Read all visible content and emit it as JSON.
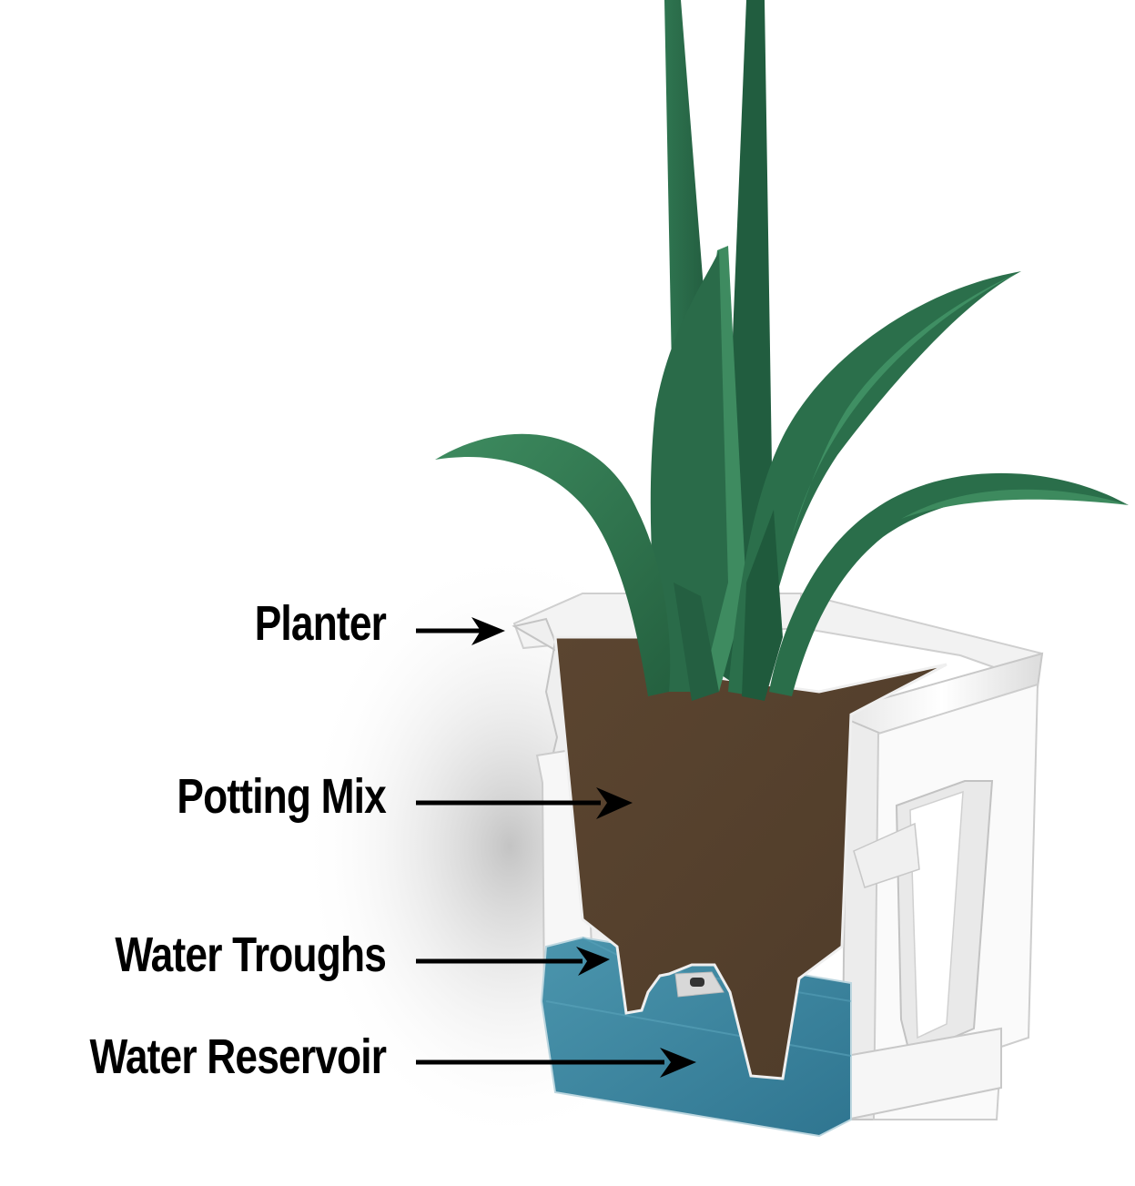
{
  "diagram": {
    "type": "cutaway-illustration",
    "subject": "self-watering planter with plant",
    "colors": {
      "background": "#ffffff",
      "planter": "#f4f4f4",
      "planter_shadow": "#c9c9c9",
      "potting_mix": "#5a4632",
      "water": "#3f87a0",
      "leaf_dark": "#1f5a3c",
      "leaf_light": "#3d8a5e",
      "arrow": "#000000"
    },
    "labels": [
      {
        "id": "planter",
        "text": "Planter"
      },
      {
        "id": "potting-mix",
        "text": "Potting Mix"
      },
      {
        "id": "water-troughs",
        "text": "Water Troughs"
      },
      {
        "id": "water-reservoir",
        "text": "Water Reservoir"
      }
    ]
  }
}
